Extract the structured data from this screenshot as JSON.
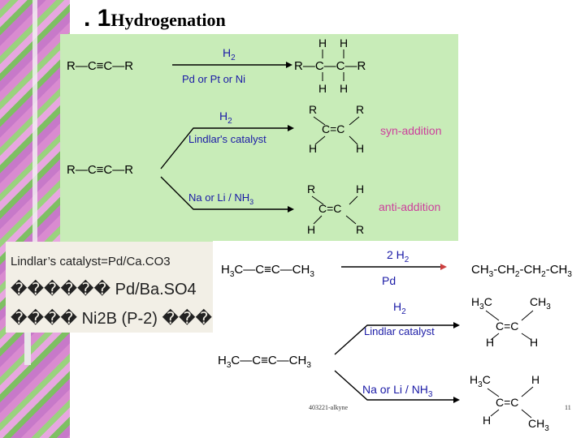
{
  "slide": {
    "title_number": ". 1",
    "title_text": "Hydrogenation",
    "footer_code": "403221-alkyne",
    "page_number": "11"
  },
  "colors": {
    "panel_green": "#c8ecb8",
    "reagent_blue": "#1a1aa6",
    "label_pink": "#cc3f9c",
    "arrow_red": "#cc3f3f"
  },
  "top_scheme": {
    "r1_left": "R—C≡C—R",
    "r1_above": "H2",
    "r1_below": "Pd or Pt or Ni",
    "r1_product": "R—C—C—R",
    "r2_left": "R—C≡C—R",
    "lindlar_above": "H2",
    "lindlar_below": "Lindlar's catalyst",
    "syn_label": "syn-addition",
    "anti_reagent": "Na or Li / NH3",
    "anti_label": "anti-addition"
  },
  "note": {
    "line1": "Lindlar’s catalyst=Pd/Ca.CO3",
    "line2": "������ Pd/Ba.SO4",
    "line3": "���� Ni2B (P-2) ���"
  },
  "bottom_scheme": {
    "alkyne_top": "H3C—C≡C—CH3",
    "h2_count": "2 H2",
    "pd": "Pd",
    "product_top": "CH3-CH2-CH2-CH3",
    "h2": "H2",
    "lindlar": "Lindlar catalyst",
    "na_li": "Na or Li / NH3",
    "alkyne_left": "H3C—C≡C—CH3"
  }
}
